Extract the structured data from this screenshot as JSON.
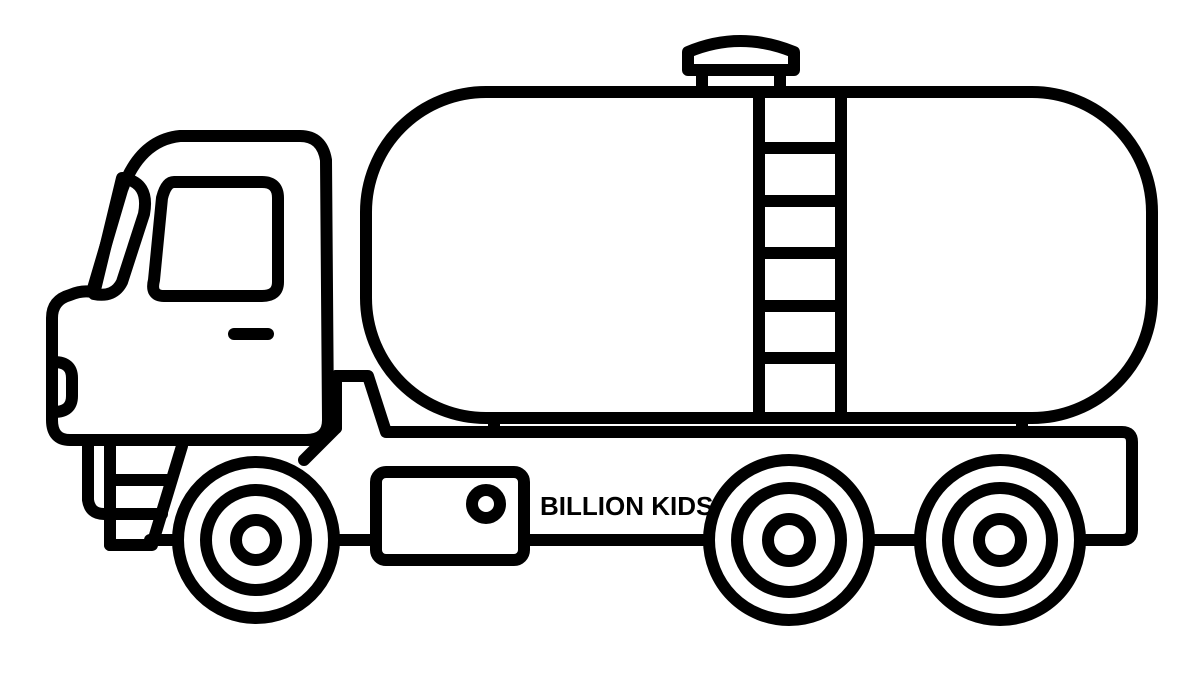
{
  "image": {
    "subject": "tanker truck coloring page",
    "background_color": "#ffffff",
    "line_color": "#000000"
  },
  "truck": {
    "side_label": "BILLION KIDS TV",
    "tank_ladder_rungs": 5,
    "wheel_count": 3
  }
}
